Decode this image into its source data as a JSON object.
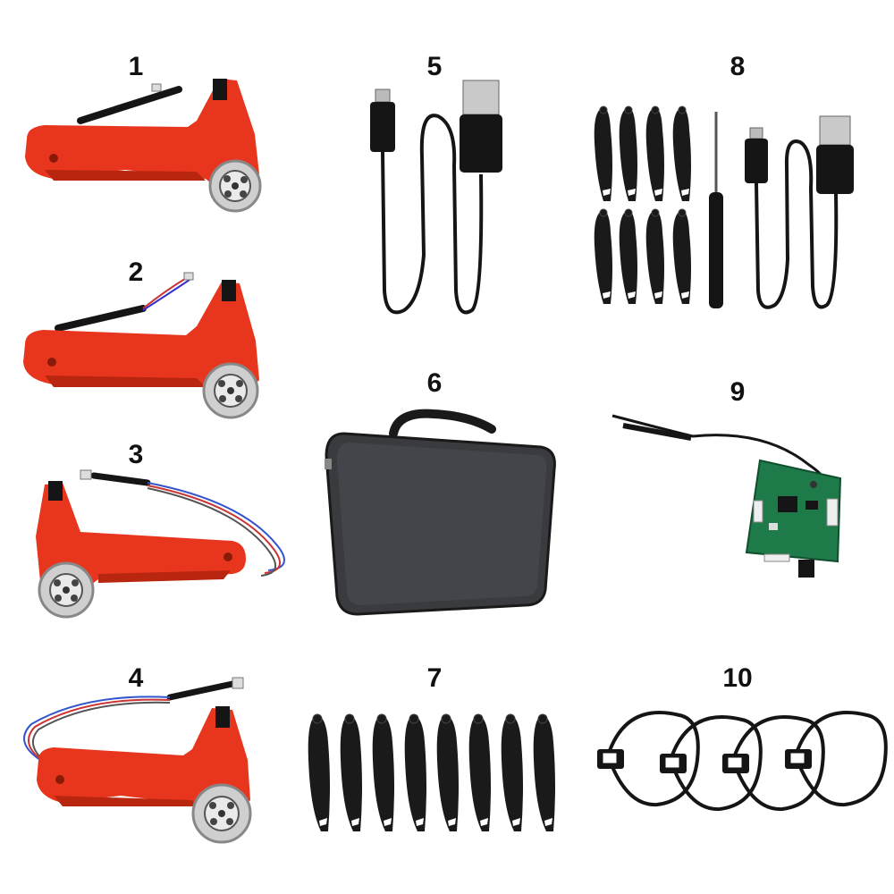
{
  "labels": {
    "n1": "1",
    "n2": "2",
    "n3": "3",
    "n4": "4",
    "n5": "5",
    "n6": "6",
    "n7": "7",
    "n8": "8",
    "n9": "9",
    "n10": "10"
  },
  "colors": {
    "arm_red": "#e8361e",
    "arm_red_dark": "#b9260f",
    "motor_silver": "#cfcfcf",
    "cable_black": "#151515",
    "case_gray": "#3a3b3e",
    "pcb_green": "#1f7a4a",
    "propeller_black": "#1a1a1a"
  }
}
